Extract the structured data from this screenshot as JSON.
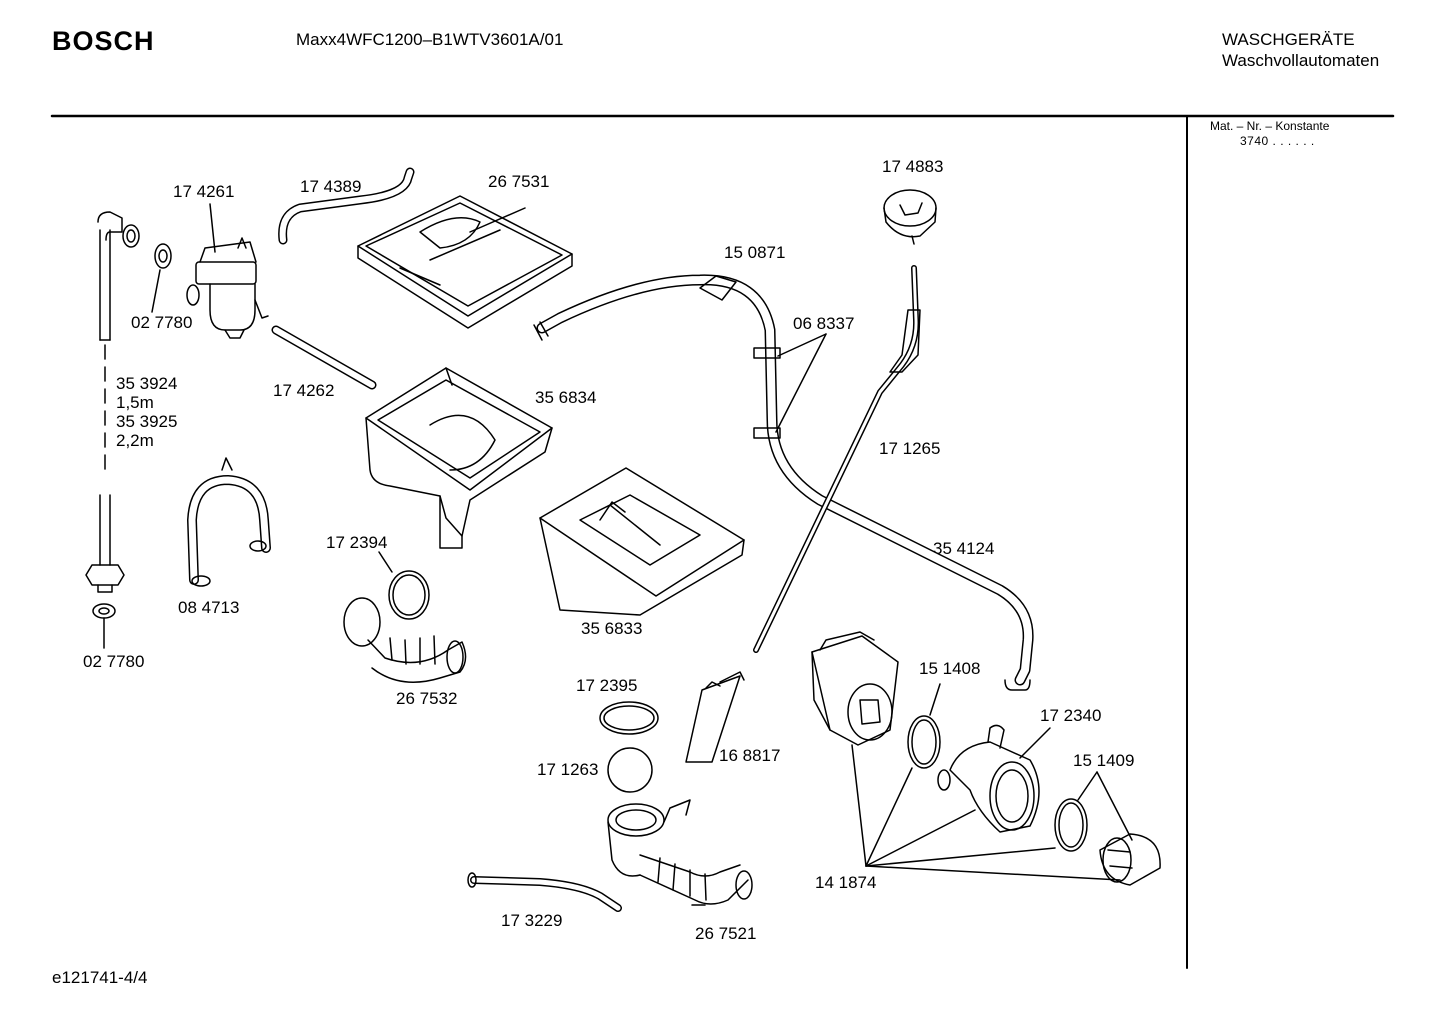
{
  "header": {
    "brand": "BOSCH",
    "model": "Maxx4WFC1200–B1WTV3601A/01",
    "category_line1": "WASCHGERÄTE",
    "category_line2": "Waschvollautomaten"
  },
  "sidebar": {
    "mat_label": "Mat. – Nr. – Konstante",
    "mat_value": "3740 . . . . . ."
  },
  "footer": {
    "code": "e121741-4/4"
  },
  "parts": [
    {
      "id": "p1",
      "number": "17 4261"
    },
    {
      "id": "p2",
      "number": "17 4389"
    },
    {
      "id": "p3",
      "number": "26 7531"
    },
    {
      "id": "p4",
      "number": "17 4883"
    },
    {
      "id": "p5",
      "number": "15 0871"
    },
    {
      "id": "p6",
      "number": "06 8337"
    },
    {
      "id": "p7",
      "number": "02 7780"
    },
    {
      "id": "p8",
      "number": "35 3924"
    },
    {
      "id": "p9",
      "number": "1,5m"
    },
    {
      "id": "p10",
      "number": "35 3925"
    },
    {
      "id": "p11",
      "number": "2,2m"
    },
    {
      "id": "p12",
      "number": "17 4262"
    },
    {
      "id": "p13",
      "number": "35 6834"
    },
    {
      "id": "p14",
      "number": "17 1265"
    },
    {
      "id": "p15",
      "number": "08 4713"
    },
    {
      "id": "p16",
      "number": "02 7780"
    },
    {
      "id": "p17",
      "number": "17 2394"
    },
    {
      "id": "p18",
      "number": "35 4124"
    },
    {
      "id": "p19",
      "number": "35 6833"
    },
    {
      "id": "p20",
      "number": "26 7532"
    },
    {
      "id": "p21",
      "number": "17 2395"
    },
    {
      "id": "p22",
      "number": "15 1408"
    },
    {
      "id": "p23",
      "number": "17 2340"
    },
    {
      "id": "p24",
      "number": "16 8817"
    },
    {
      "id": "p25",
      "number": "17 1263"
    },
    {
      "id": "p26",
      "number": "15 1409"
    },
    {
      "id": "p27",
      "number": "14 1874"
    },
    {
      "id": "p28",
      "number": "17 3229"
    },
    {
      "id": "p29",
      "number": "26 7521"
    }
  ]
}
